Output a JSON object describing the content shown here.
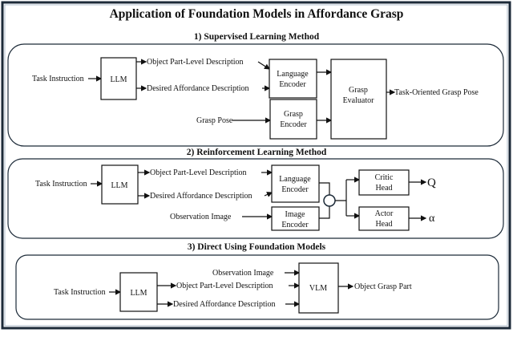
{
  "title": "Application of Foundation Models in Affordance Grasp",
  "sections": [
    {
      "heading": "1) Supervised Learning Method",
      "task_instruction": "Task Instruction",
      "llm": "LLM",
      "object_part": "Object Part-Level Description",
      "desired_affordance": "Desired Affordance Description",
      "language_encoder": [
        "Language",
        "Encoder"
      ],
      "grasp_pose": "Grasp Pose",
      "grasp_encoder": [
        "Grasp",
        "Encoder"
      ],
      "grasp_evaluator": [
        "Grasp",
        "Evaluator"
      ],
      "output": "Task-Oriented Grasp Pose"
    },
    {
      "heading": "2) Reinforcement Learning Method",
      "task_instruction": "Task Instruction",
      "llm": "LLM",
      "object_part": "Object Part-Level Description",
      "desired_affordance": "Desired Affordance Description",
      "language_encoder": [
        "Language",
        "Encoder"
      ],
      "observation_image": "Observation Image",
      "image_encoder": [
        "Image",
        "Encoder"
      ],
      "critic_head": [
        "Critic",
        "Head"
      ],
      "actor_head": [
        "Actor",
        "Head"
      ],
      "critic_output": "Q",
      "actor_output": "α"
    },
    {
      "heading": "3) Direct Using Foundation Models",
      "observation_image": "Observation Image",
      "task_instruction": "Task Instruction",
      "llm": "LLM",
      "object_part": "Object Part-Level Description",
      "desired_affordance": "Desired Affordance Description",
      "vlm": "VLM",
      "output": "Object Grasp Part"
    }
  ]
}
